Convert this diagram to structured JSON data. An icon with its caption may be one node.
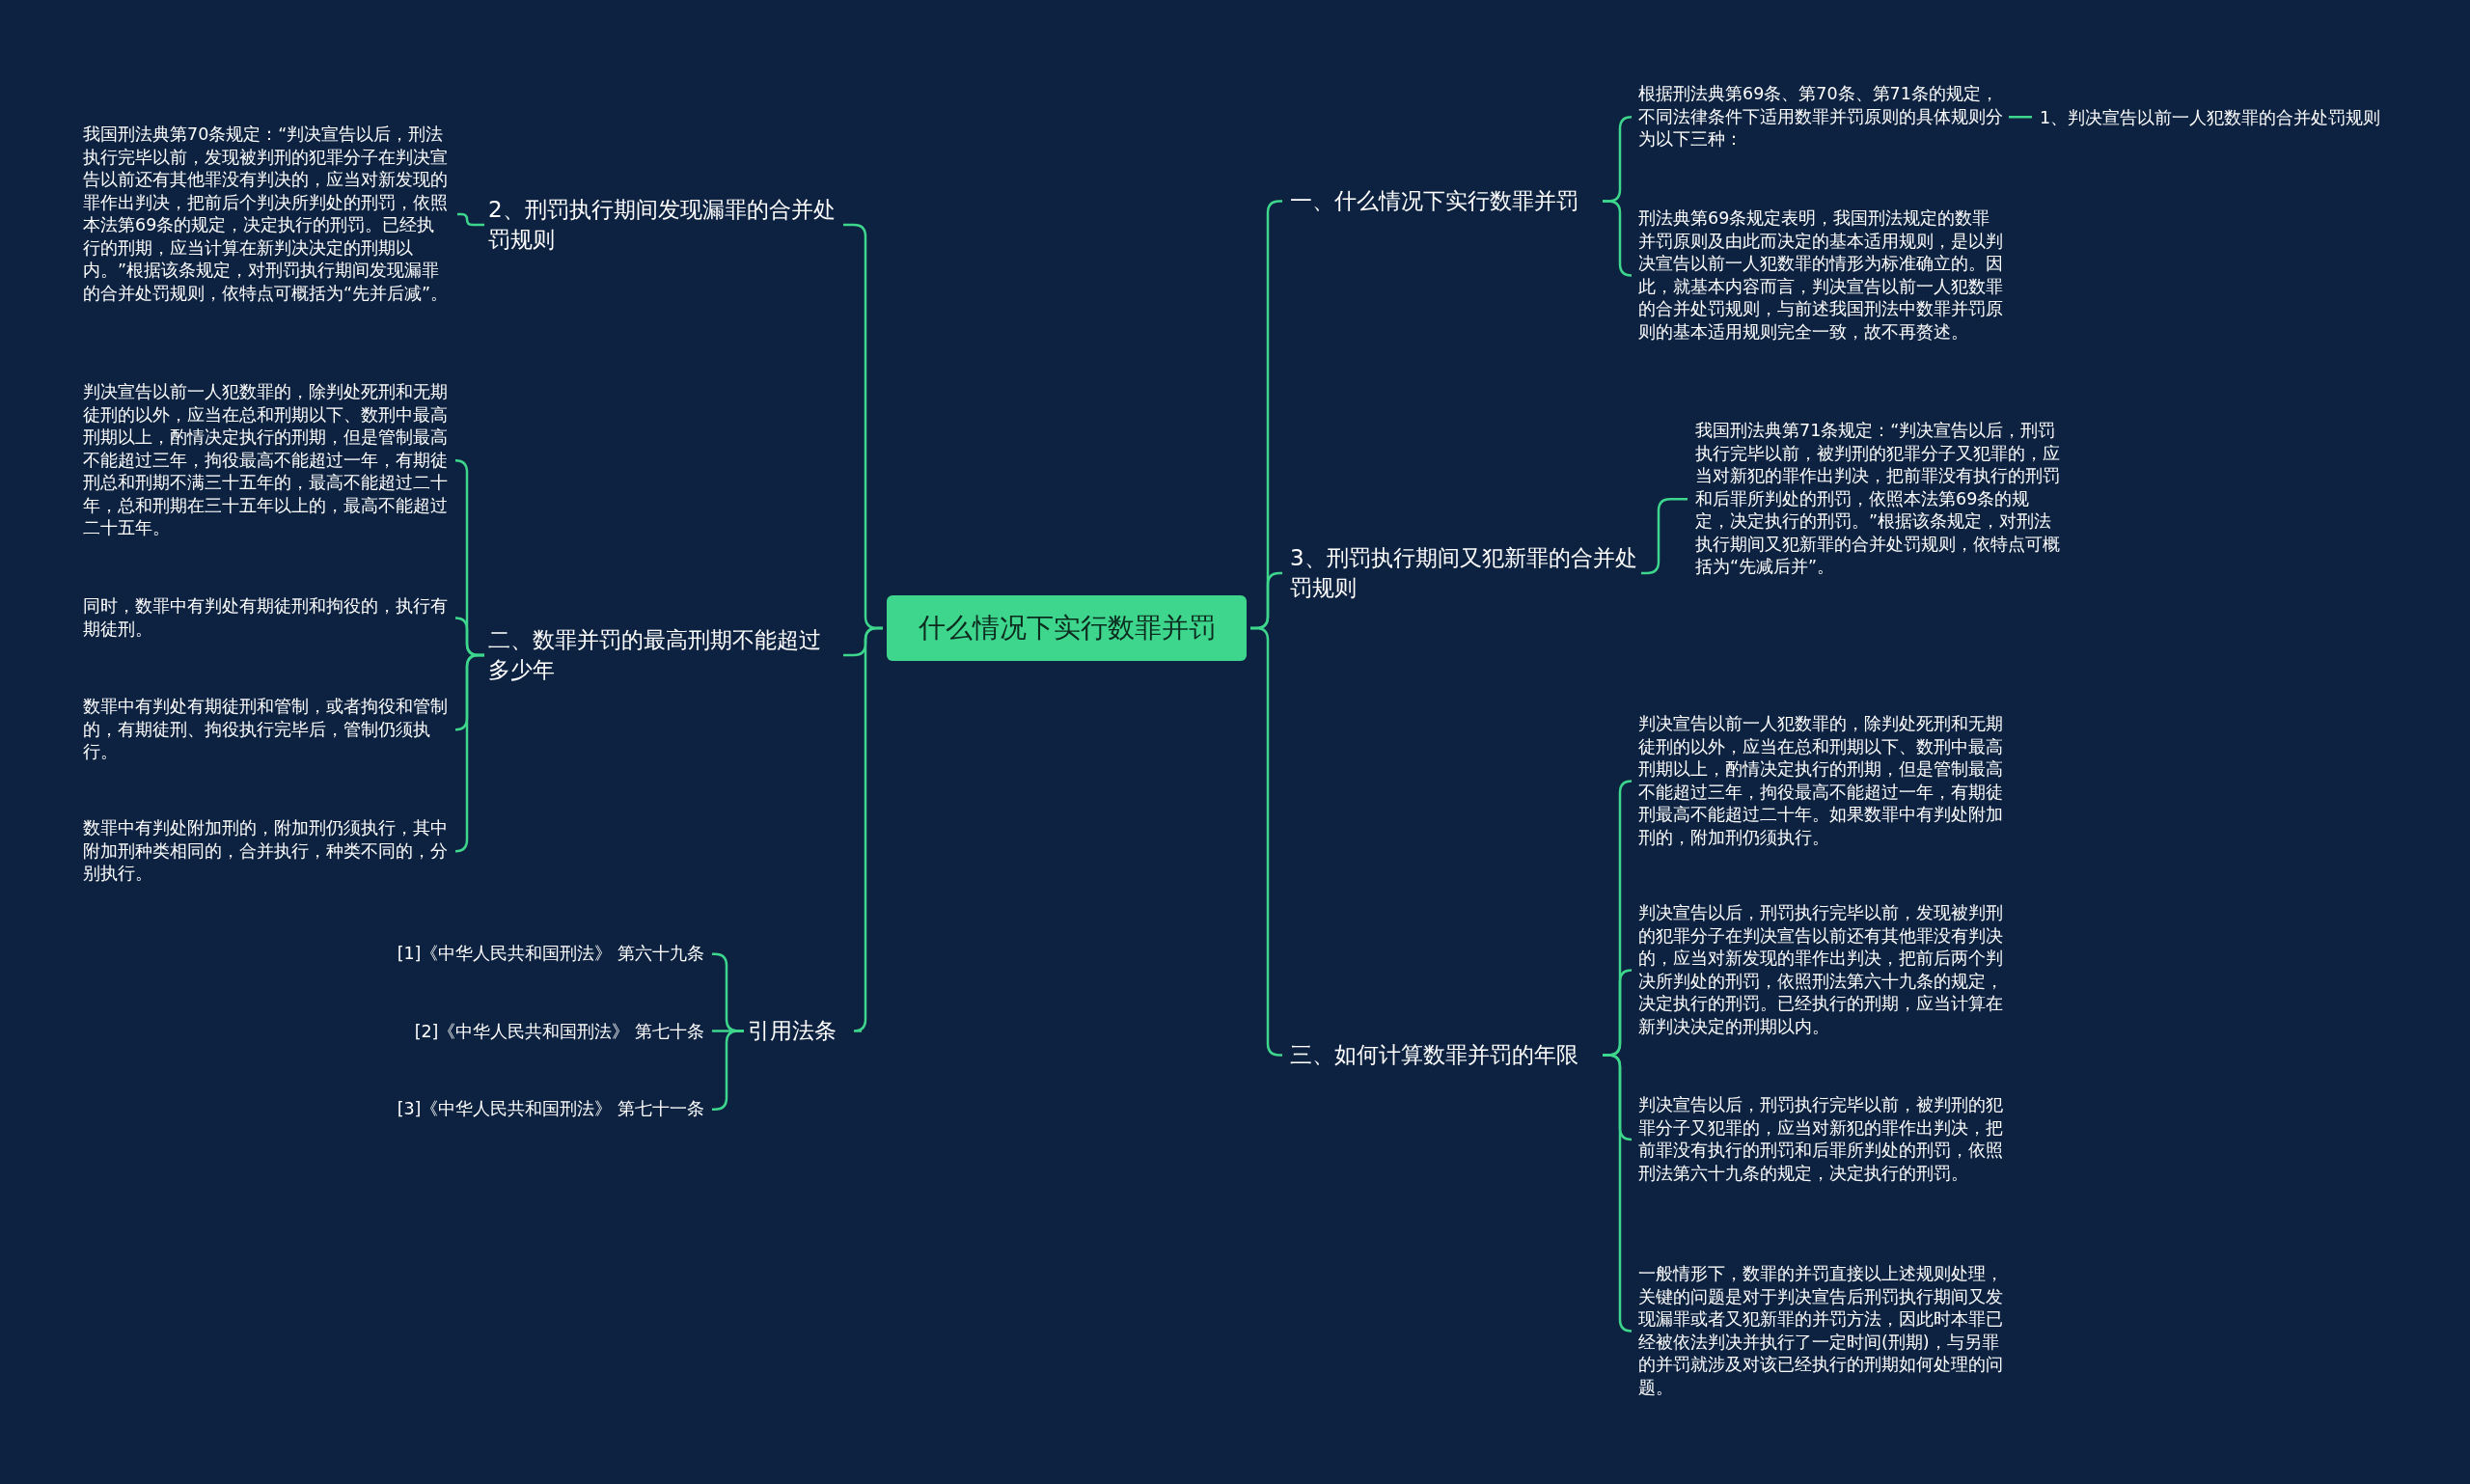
{
  "diagram": {
    "nodes": [
      {
        "text": [
          "什么情况下实行数罪并罚"
        ]
      },
      {
        "text": [
          "一、什么情况下实行数罪并罚"
        ]
      },
      {
        "text": [
          "根据刑法典第69条、第70条、第71条的规定，不同法律条件下适用数罪并罚原则的具体规则分为以下三种："
        ]
      },
      {
        "text": [
          "1、判决宣告以前一人犯数罪的合并处罚规则"
        ]
      },
      {
        "text": [
          "刑法典第69条规定表明，我国刑法规定的数罪并罚原则及由此而决定的基本适用规则，是以判决宣告以前一人犯数罪的情形为标准确立的。因此，就基本内容而言，判决宣告以前一人犯数罪的合并处罚规则，与前述我国刑法中数罪并罚原则的基本适用规则完全一致，故不再赘述。"
        ]
      },
      {
        "text": [
          "3、刑罚执行期间又犯新罪的合并处罚规则"
        ]
      },
      {
        "text": [
          "我国刑法典第71条规定：“判决宣告以后，刑罚执行完毕以前，被判刑的犯罪分子又犯罪的，应当对新犯的罪作出判决，把前罪没有执行的刑罚和后罪所判处的刑罚，依照本法第69条的规定，决定执行的刑罚。”根据该条规定，对刑法执行期间又犯新罪的合并处罚规则，依特点可概括为“先减后并”。"
        ]
      },
      {
        "text": [
          "三、如何计算数罪并罚的年限"
        ]
      },
      {
        "text": [
          "判决宣告以前一人犯数罪的，除判处死刑和无期徒刑的以外，应当在总和刑期以下、数刑中最高刑期以上，酌情决定执行的刑期，但是管制最高不能超过三年，拘役最高不能超过一年，有期徒刑最高不能超过二十年。如果数罪中有判处附加刑的，附加刑仍须执行。"
        ]
      },
      {
        "text": [
          "判决宣告以后，刑罚执行完毕以前，发现被判刑的犯罪分子在判决宣告以前还有其他罪没有判决的，应当对新发现的罪作出判决，把前后两个判决所判处的刑罚，依照刑法第六十九条的规定，决定执行的刑罚。已经执行的刑期，应当计算在新判决决定的刑期以内。"
        ]
      },
      {
        "text": [
          "判决宣告以后，刑罚执行完毕以前，被判刑的犯罪分子又犯罪的，应当对新犯的罪作出判决，把前罪没有执行的刑罚和后罪所判处的刑罚，依照刑法第六十九条的规定，决定执行的刑罚。"
        ]
      },
      {
        "text": [
          "一般情形下，数罪的并罚直接以上述规则处理，关键的问题是对于判决宣告后刑罚执行期间又发现漏罪或者又犯新罪的并罚方法，因此时本罪已经被依法判决并执行了一定时间(刑期)，与另罪的并罚就涉及对该已经执行的刑期如何处理的问题。"
        ]
      },
      {
        "text": [
          "2、刑罚执行期间发现漏罪的合并处罚规则"
        ]
      },
      {
        "text": [
          "我国刑法典第70条规定：“判决宣告以后，刑法执行完毕以前，发现被判刑的犯罪分子在判决宣告以前还有其他罪没有判决的，应当对新发现的罪作出判决，把前后个判决所判处的刑罚，依照本法第69条的规定，决定执行的刑罚。已经执行的刑期，应当计算在新判决决定的刑期以内。”根据该条规定，对刑罚执行期间发现漏罪的合并处罚规则，依特点可概括为“先并后减”。"
        ]
      },
      {
        "text": [
          "二、数罪并罚的最高刑期不能超过多少年"
        ]
      },
      {
        "text": [
          "判决宣告以前一人犯数罪的，除判处死刑和无期徒刑的以外，应当在总和刑期以下、数刑中最高刑期以上，酌情决定执行的刑期，但是管制最高不能超过三年，拘役最高不能超过一年，有期徒刑总和刑期不满三十五年的，最高不能超过二十年，总和刑期在三十五年以上的，最高不能超过二十五年。"
        ]
      },
      {
        "text": [
          "同时，数罪中有判处有期徒刑和拘役的，执行有期徒刑。"
        ]
      },
      {
        "text": [
          "数罪中有判处有期徒刑和管制，或者拘役和管制的，有期徒刑、拘役执行完毕后，管制仍须执行。"
        ]
      },
      {
        "text": [
          "数罪中有判处附加刑的，附加刑仍须执行，其中附加刑种类相同的，合并执行，种类不同的，分别执行。"
        ]
      },
      {
        "text": [
          "引用法条"
        ]
      },
      {
        "text": [
          "[1]《中华人民共和国刑法》 第六十九条"
        ]
      },
      {
        "text": [
          "[2]《中华人民共和国刑法》 第七十条"
        ]
      },
      {
        "text": [
          "[3]《中华人民共和国刑法》 第七十一条"
        ]
      }
    ],
    "edges": [
      {
        "from": 0,
        "to": 1,
        "arrow": "none"
      },
      {
        "from": 1,
        "to": 2,
        "arrow": "none"
      },
      {
        "from": 2,
        "to": 3,
        "arrow": "none"
      },
      {
        "from": 1,
        "to": 4,
        "arrow": "none"
      },
      {
        "from": 0,
        "to": 5,
        "arrow": "none"
      },
      {
        "from": 5,
        "to": 6,
        "arrow": "none"
      },
      {
        "from": 0,
        "to": 7,
        "arrow": "none"
      },
      {
        "from": 7,
        "to": 8,
        "arrow": "none"
      },
      {
        "from": 7,
        "to": 9,
        "arrow": "none"
      },
      {
        "from": 7,
        "to": 10,
        "arrow": "none"
      },
      {
        "from": 7,
        "to": 11,
        "arrow": "none"
      },
      {
        "from": 0,
        "to": 12,
        "arrow": "none"
      },
      {
        "from": 12,
        "to": 13,
        "arrow": "none"
      },
      {
        "from": 0,
        "to": 14,
        "arrow": "none"
      },
      {
        "from": 14,
        "to": 15,
        "arrow": "none"
      },
      {
        "from": 14,
        "to": 16,
        "arrow": "none"
      },
      {
        "from": 14,
        "to": 17,
        "arrow": "none"
      },
      {
        "from": 14,
        "to": 18,
        "arrow": "none"
      },
      {
        "from": 0,
        "to": 19,
        "arrow": "none"
      },
      {
        "from": 19,
        "to": 20,
        "arrow": "none"
      },
      {
        "from": 19,
        "to": 21,
        "arrow": "none"
      },
      {
        "from": 19,
        "to": 22,
        "arrow": "none"
      }
    ]
  }
}
